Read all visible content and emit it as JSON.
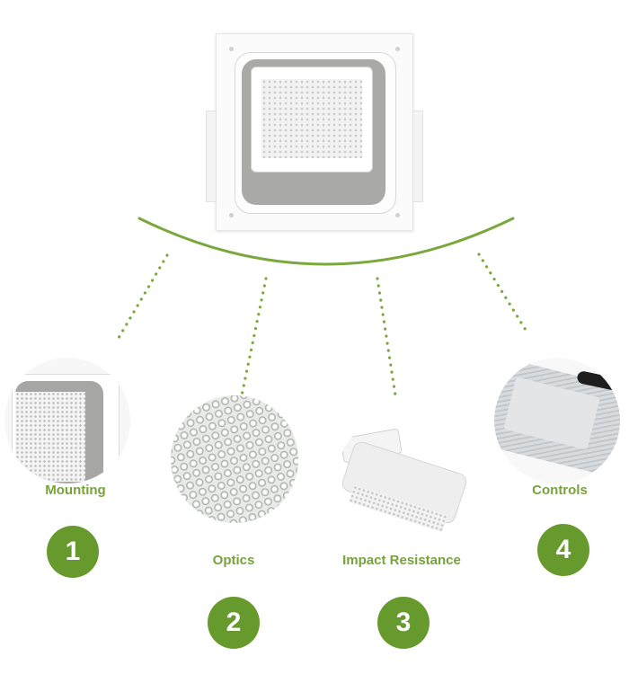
{
  "features": [
    {
      "number": "1",
      "label": "Mounting",
      "icon": "mounting-closeup-image"
    },
    {
      "number": "2",
      "label": "Optics",
      "icon": "led-optics-closeup-image"
    },
    {
      "number": "3",
      "label": "Impact Resistance",
      "icon": "impact-resistance-closeup-image"
    },
    {
      "number": "4",
      "label": "Controls",
      "icon": "driver-controls-closeup-image"
    }
  ],
  "colors": {
    "accent_green": "#76a33a",
    "badge_green": "#679a2c",
    "connector_green": "#7aa83c"
  }
}
